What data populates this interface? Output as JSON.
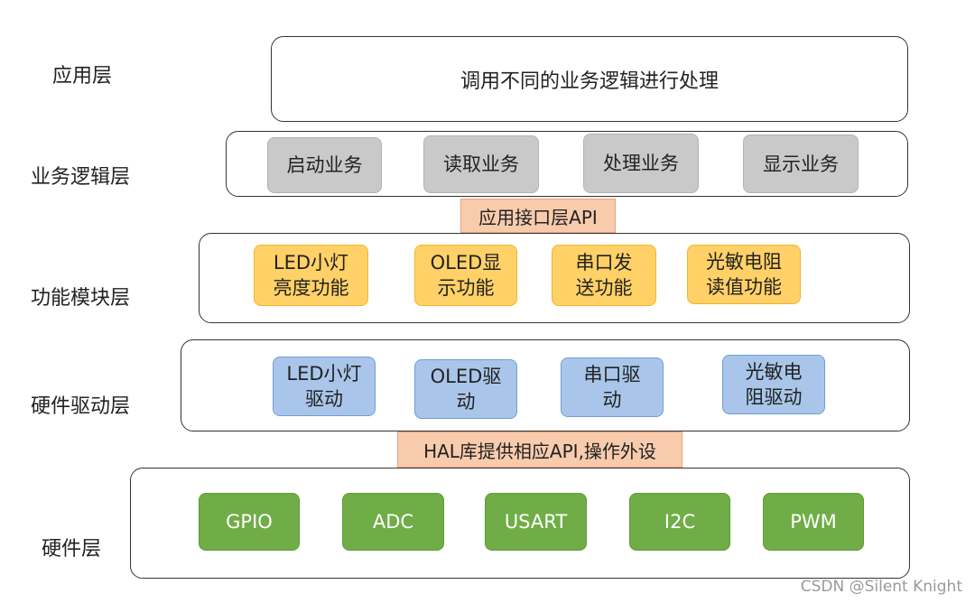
{
  "layers": {
    "application": {
      "label": "应用层",
      "content": "调用不同的业务逻辑进行处理"
    },
    "business": {
      "label": "业务逻辑层",
      "items": [
        "启动业务",
        "读取业务",
        "处理业务",
        "显示业务"
      ]
    },
    "app_interface": "应用接口层API",
    "function": {
      "label": "功能模块层",
      "items": [
        {
          "line1": "LED小灯",
          "line2": "亮度功能"
        },
        {
          "line1": "OLED显",
          "line2": "示功能"
        },
        {
          "line1": "串口发",
          "line2": "送功能"
        },
        {
          "line1": "光敏电阻",
          "line2": "读值功能"
        }
      ]
    },
    "driver": {
      "label": "硬件驱动层",
      "items": [
        {
          "line1": "LED小灯",
          "line2": "驱动"
        },
        {
          "line1": "OLED驱",
          "line2": "动"
        },
        {
          "line1": "串口驱",
          "line2": "动"
        },
        {
          "line1": "光敏电",
          "line2": "阻驱动"
        }
      ]
    },
    "hal_interface": "HAL库提供相应API,操作外设",
    "hardware": {
      "label": "硬件层",
      "items": [
        "GPIO",
        "ADC",
        "USART",
        "I2C",
        "PWM"
      ]
    }
  },
  "watermark": "CSDN @Silent Knight",
  "colors": {
    "business_chip": "#c9c9c9",
    "function_chip": "#ffd166",
    "driver_chip": "#a9c6ea",
    "hardware_chip": "#70ad47",
    "interface_bar": "#f8cbad"
  }
}
